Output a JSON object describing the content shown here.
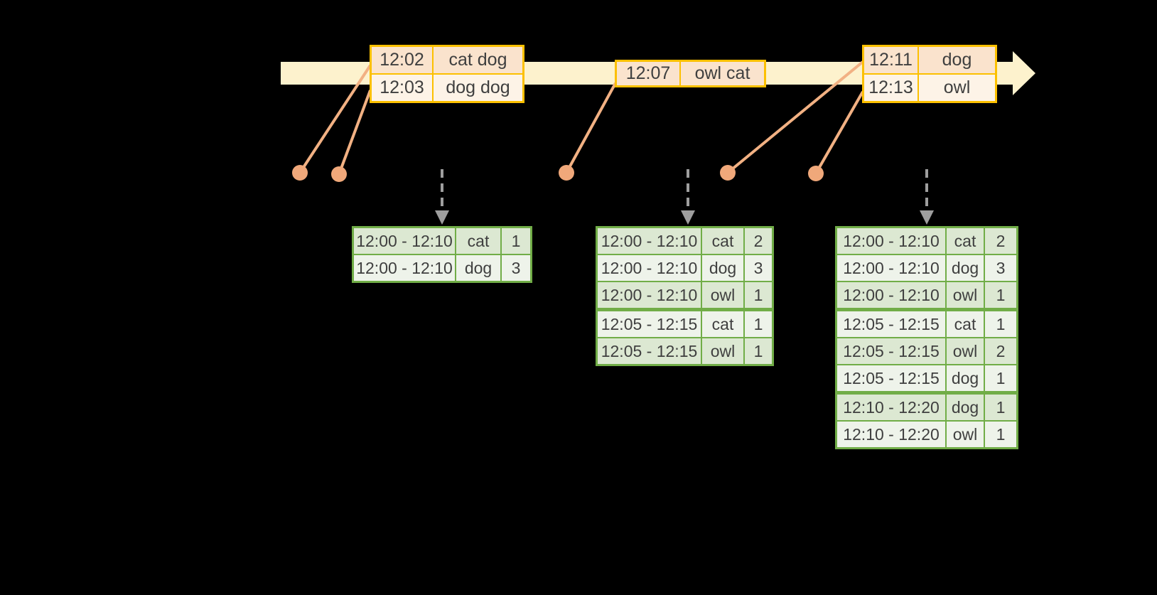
{
  "colors": {
    "background": "#000000",
    "timeline_fill": "#fdf2cd",
    "event_border": "#fcc000",
    "event_row_dark": "#fae3cd",
    "event_row_light": "#fdf3e7",
    "result_border": "#71ad47",
    "result_row_dark": "#dce8d2",
    "result_row_light": "#eef3ea",
    "dot_color": "#f0a87a",
    "leader_line_color": "#f2b183",
    "trigger_arrow_color": "#9e9e9e",
    "text_color": "#3f3f3f"
  },
  "event_tables": [
    {
      "rows": [
        {
          "time": "12:02",
          "words": "cat dog"
        },
        {
          "time": "12:03",
          "words": "dog dog"
        }
      ]
    },
    {
      "rows": [
        {
          "time": "12:07",
          "words": "owl cat"
        }
      ]
    },
    {
      "rows": [
        {
          "time": "12:11",
          "words": "dog"
        },
        {
          "time": "12:13",
          "words": "owl"
        }
      ]
    }
  ],
  "result_tables": [
    {
      "rows": [
        [
          "12:00 - 12:10",
          "cat",
          "1"
        ],
        [
          "12:00 - 12:10",
          "dog",
          "3"
        ]
      ]
    },
    {
      "rows": [
        [
          "12:00 - 12:10",
          "cat",
          "2"
        ],
        [
          "12:00 - 12:10",
          "dog",
          "3"
        ],
        [
          "12:00 - 12:10",
          "owl",
          "1"
        ],
        [
          "12:05 - 12:15",
          "cat",
          "1"
        ],
        [
          "12:05 - 12:15",
          "owl",
          "1"
        ]
      ]
    },
    {
      "rows": [
        [
          "12:00 - 12:10",
          "cat",
          "2"
        ],
        [
          "12:00 - 12:10",
          "dog",
          "3"
        ],
        [
          "12:00 - 12:10",
          "owl",
          "1"
        ],
        [
          "12:05 - 12:15",
          "cat",
          "1"
        ],
        [
          "12:05 - 12:15",
          "owl",
          "2"
        ],
        [
          "12:05 - 12:15",
          "dog",
          "1"
        ],
        [
          "12:10 - 12:20",
          "dog",
          "1"
        ],
        [
          "12:10 - 12:20",
          "owl",
          "1"
        ]
      ]
    }
  ]
}
